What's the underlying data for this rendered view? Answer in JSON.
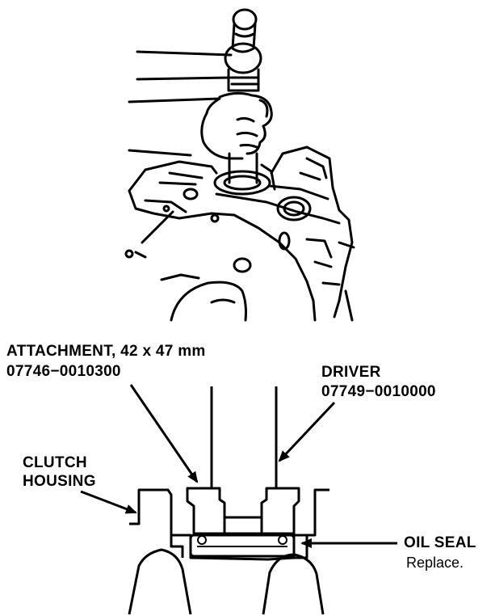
{
  "labels": {
    "attachment_name": "ATTACHMENT, 42 x 47 mm",
    "attachment_part": "07746−0010300",
    "driver_name": "DRIVER",
    "driver_part": "07749−0010000",
    "clutch_line1": "CLUTCH",
    "clutch_line2": "HOUSING",
    "oil_seal": "OIL SEAL",
    "oil_seal_note": "Replace."
  },
  "colors": {
    "ink": "#000000",
    "paper": "#ffffff"
  }
}
